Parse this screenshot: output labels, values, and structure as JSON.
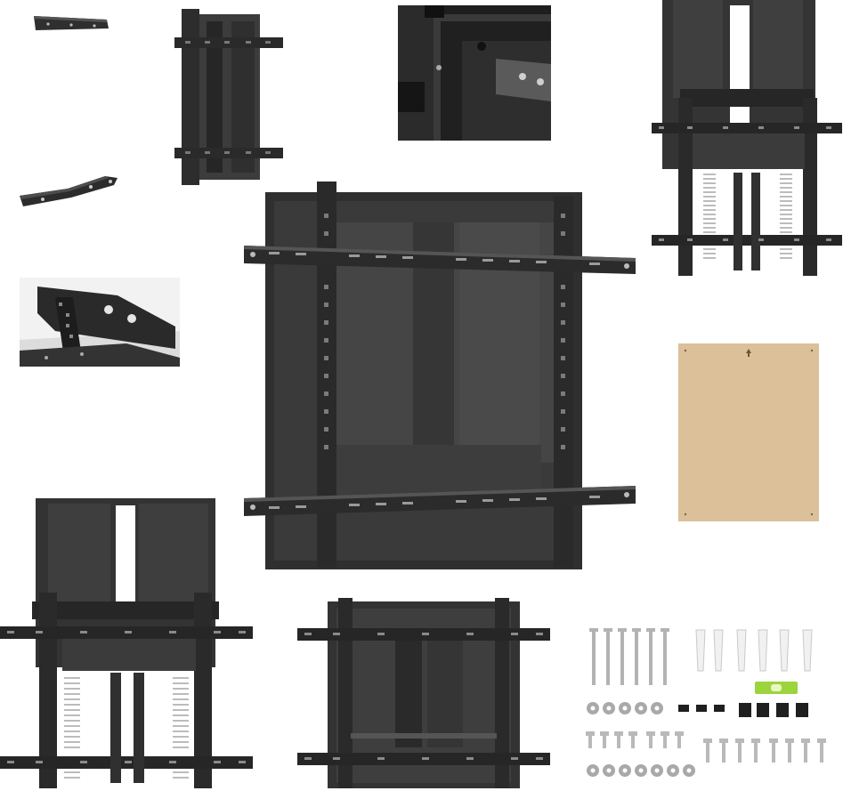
{
  "colors": {
    "background": "#ffffff",
    "steel": "#2b2b2b",
    "steel_light": "#4a4a4a",
    "steel_dark": "#161616",
    "board": "#dcc09a",
    "spring": "#9a9a9a",
    "hardware": "#b8b8b8",
    "level": "#9cd43c"
  },
  "images": [
    {
      "id": "small-bracket",
      "depicts": "bracket-part"
    },
    {
      "id": "frame-side",
      "depicts": "frame-side-view"
    },
    {
      "id": "corner-detail",
      "depicts": "corner-closeup"
    },
    {
      "id": "lift-open",
      "depicts": "lift-open-springs"
    },
    {
      "id": "angled-bracket",
      "depicts": "angled-bracket-part"
    },
    {
      "id": "main-mount",
      "depicts": "main-wall-mount"
    },
    {
      "id": "hinge-detail",
      "depicts": "hinge-closeup"
    },
    {
      "id": "template-board",
      "depicts": "wall-template-board"
    },
    {
      "id": "lift-front",
      "depicts": "lift-front-view"
    },
    {
      "id": "lift-closed",
      "depicts": "lift-closed-view"
    },
    {
      "id": "hardware-kit",
      "depicts": "screws-anchors-spacers"
    }
  ]
}
